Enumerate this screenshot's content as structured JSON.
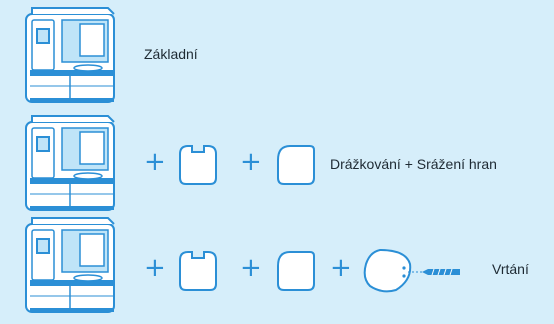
{
  "colors": {
    "background": "#d6eefa",
    "stroke": "#2b8fd6",
    "text": "#1e2a33",
    "fill": "#ffffff"
  },
  "rows": [
    {
      "label": "Základní",
      "icons": [
        "machine-icon"
      ]
    },
    {
      "label": "Drážkování + Srážení hran",
      "icons": [
        "machine-icon",
        "plus-icon",
        "groove-lens-icon",
        "plus-icon",
        "bevel-lens-icon"
      ]
    },
    {
      "label": "Vrtání",
      "icons": [
        "machine-icon",
        "plus-icon",
        "groove-lens-icon",
        "plus-icon",
        "bevel-lens-icon",
        "plus-icon",
        "drill-lens-icon"
      ]
    }
  ],
  "plus_symbol": "+"
}
